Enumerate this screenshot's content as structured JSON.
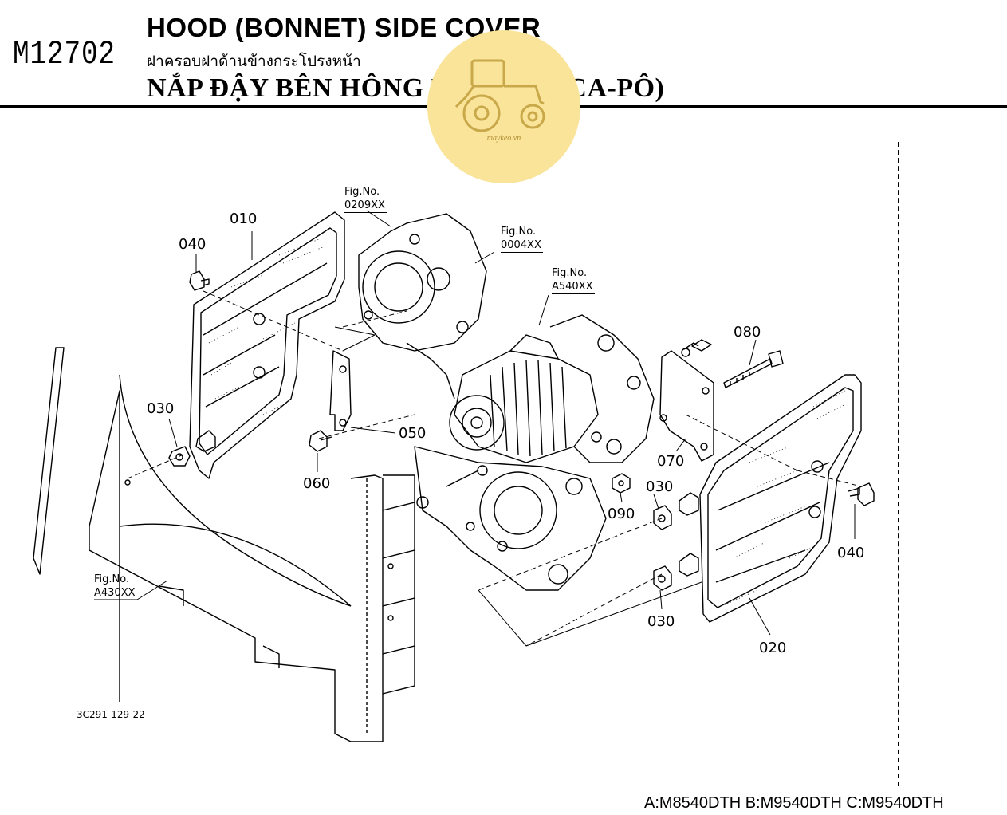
{
  "header": {
    "page_code": "M12702",
    "title_en": "HOOD (BONNET) SIDE COVER",
    "title_th": "ฝาครอบฝาด้านข้างกระโปรงหน้า",
    "title_vi": "NẮP ĐẬY BÊN HÔNG MUI (NẮP CA-PÔ)"
  },
  "watermark": {
    "text": "maykeo.vn",
    "color": "#f9e49a",
    "icon": "tractor-icon"
  },
  "figure_refs": [
    {
      "id": "fig-0209",
      "label": "Fig.No.",
      "code": "0209XX"
    },
    {
      "id": "fig-0004",
      "label": "Fig.No.",
      "code": "0004XX"
    },
    {
      "id": "fig-a540",
      "label": "Fig.No.",
      "code": "A540XX"
    },
    {
      "id": "fig-a430",
      "label": "Fig.No.",
      "code": "A430XX"
    }
  ],
  "callouts": [
    "010",
    "040",
    "030",
    "050",
    "060",
    "080",
    "070",
    "030",
    "090",
    "040",
    "030",
    "020"
  ],
  "drawing_code": "3C291-129-22",
  "footer": {
    "models": "A:M8540DTH B:M9540DTH C:M9540DTH"
  }
}
